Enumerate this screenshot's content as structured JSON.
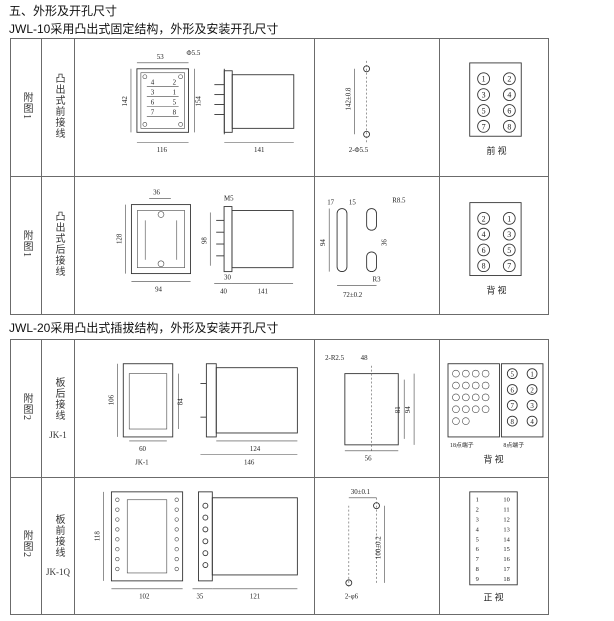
{
  "headings": {
    "main": "五、外形及开孔尺寸",
    "jwl10": "JWL-10采用凸出式固定结构，外形及安装开孔尺寸",
    "jwl20": "JWL-20采用凸出式插拔结构，外形及安装开孔尺寸"
  },
  "jwl10_rows": [
    {
      "fig_label": "附图1",
      "type_label": "凸出式前接线",
      "dims": {
        "d53": "53",
        "phi55": "Φ5.5",
        "d142": "142",
        "d154": "154",
        "d116": "116",
        "d141": "141",
        "d142b": "142±0.8",
        "d2phi55": "2-Φ5.5"
      },
      "view_caption": "前  视",
      "terminals": [
        "1",
        "2",
        "3",
        "4",
        "5",
        "6",
        "7",
        "8"
      ]
    },
    {
      "fig_label": "附图1",
      "type_label": "凸出式后接线",
      "dims": {
        "d36": "36",
        "m5": "M5",
        "d128": "128",
        "d98": "98",
        "d94": "94",
        "d30": "30",
        "d40": "40",
        "d141": "141",
        "d17": "17",
        "d15": "15",
        "r85": "R8.5",
        "d94b": "94",
        "d36b": "36",
        "r3": "R3",
        "d72": "72±0.2"
      },
      "view_caption": "背  视",
      "terminals": [
        "2",
        "1",
        "4",
        "3",
        "6",
        "5",
        "8",
        "7"
      ]
    }
  ],
  "jwl20_rows": [
    {
      "fig_label": "附图2",
      "type_label": "板后接线",
      "model_label": "JK-1",
      "dims": {
        "d106": "106",
        "d84": "84",
        "d60": "60",
        "jk1": "JK-1",
        "d124": "124",
        "d146": "146",
        "r25": "2-R2.5",
        "d48": "48",
        "d81": "81",
        "d94": "94",
        "d56": "56"
      },
      "view_caption": "背    视",
      "left_terminal_label": "18点端子",
      "right_terminal_label": "8点端子",
      "right_terminals": [
        "5",
        "1",
        "6",
        "2",
        "7",
        "3",
        "8",
        "4"
      ]
    },
    {
      "fig_label": "附图2",
      "type_label": "板前接线",
      "model_label": "JK-1Q",
      "dims": {
        "d118": "118",
        "d102": "102",
        "d35": "35",
        "d121": "121",
        "d30": "30±0.1",
        "d100": "100±0.2",
        "phi6": "2-φ6"
      },
      "view_caption": "正    视",
      "terminal_rows": [
        [
          "1",
          "10"
        ],
        [
          "2",
          "11"
        ],
        [
          "3",
          "12"
        ],
        [
          "4",
          "13"
        ],
        [
          "5",
          "14"
        ],
        [
          "6",
          "15"
        ],
        [
          "7",
          "16"
        ],
        [
          "8",
          "17"
        ],
        [
          "9",
          "18"
        ]
      ]
    }
  ]
}
